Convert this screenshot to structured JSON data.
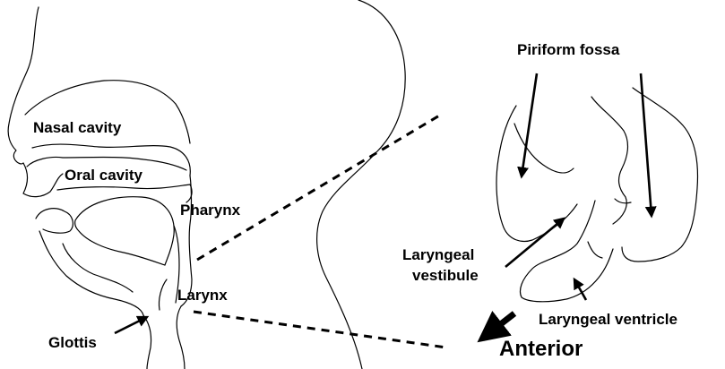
{
  "labels": {
    "nasal_cavity": "Nasal cavity",
    "oral_cavity": "Oral cavity",
    "pharynx": "Pharynx",
    "larynx": "Larynx",
    "glottis": "Glottis",
    "piriform_fossa": "Piriform fossa",
    "laryngeal_vestibule_line1": "Laryngeal",
    "laryngeal_vestibule_line2": "vestibule",
    "laryngeal_ventricle": "Laryngeal ventricle",
    "anterior": "Anterior"
  }
}
